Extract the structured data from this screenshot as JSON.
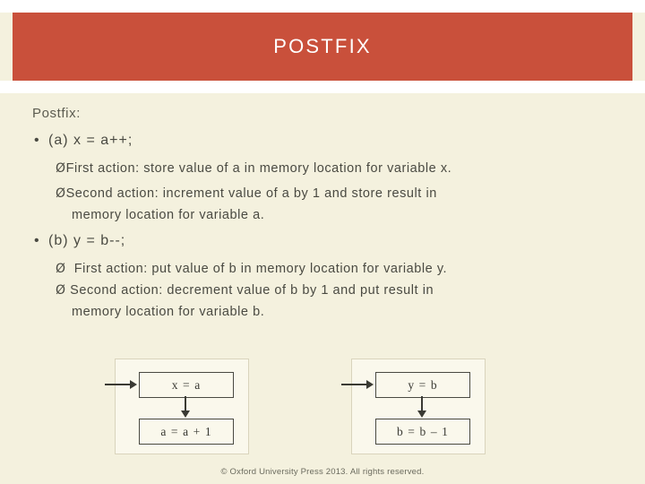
{
  "slide": {
    "title": "POSTFIX",
    "lead": "Postfix:",
    "bullets": [
      {
        "marker": "•",
        "text": "(a) x = a++;",
        "subs": [
          {
            "marker": "Ø",
            "text": "First action: store value of a in memory location for variable  x."
          },
          {
            "marker": "Ø",
            "text": "Second action: increment value of  a by 1 and store result in"
          },
          {
            "marker": "",
            "text": "memory location for variable a."
          }
        ]
      },
      {
        "marker": "•",
        "text": "(b) y = b--;",
        "subs": [
          {
            "marker": "Ø",
            "text": "First action: put value of  b in memory location for variable y."
          },
          {
            "marker": "Ø",
            "text": "Second action: decrement value of  b by 1 and put result in"
          },
          {
            "marker": "",
            "text": "memory location for variable b."
          }
        ]
      }
    ],
    "diagrams": [
      {
        "top_node": "x = a",
        "bottom_node": "a = a + 1"
      },
      {
        "top_node": "y = b",
        "bottom_node": "b = b – 1"
      }
    ],
    "footer": "© Oxford University Press 2013. All rights reserved.",
    "colors": {
      "title_bar": "#c9503b",
      "background": "#f4f1de",
      "text": "#4a4a42"
    }
  }
}
